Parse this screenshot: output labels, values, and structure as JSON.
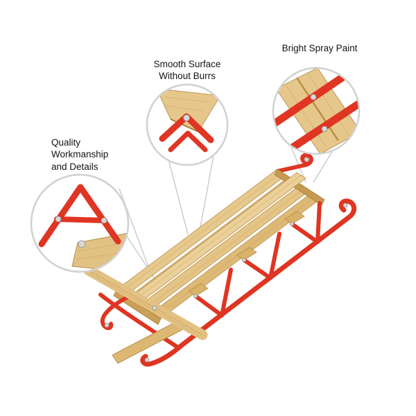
{
  "page": {
    "background": "#ffffff",
    "description": "Annotated product image of a wooden snow sled with red metal runners and three zoom callouts"
  },
  "callouts": {
    "smooth_surface": {
      "label": "Smooth Surface\nWithout Burrs"
    },
    "bright_paint": {
      "label": "Bright Spray Paint"
    },
    "quality": {
      "label": "Quality\nWorkmanship\nand Details"
    }
  },
  "product": {
    "name": "wooden snow sled with red metal frame",
    "colors": {
      "frame_red": "#df3522",
      "frame_red_dark": "#b3271a",
      "wood_light": "#e9cc8f",
      "wood_mid": "#ddb875",
      "wood_dark": "#c19750",
      "screw_silver": "#d8d8d8",
      "callout_ring_gray": "#d2d2d2",
      "leader_line_gray": "#cccccc"
    }
  }
}
